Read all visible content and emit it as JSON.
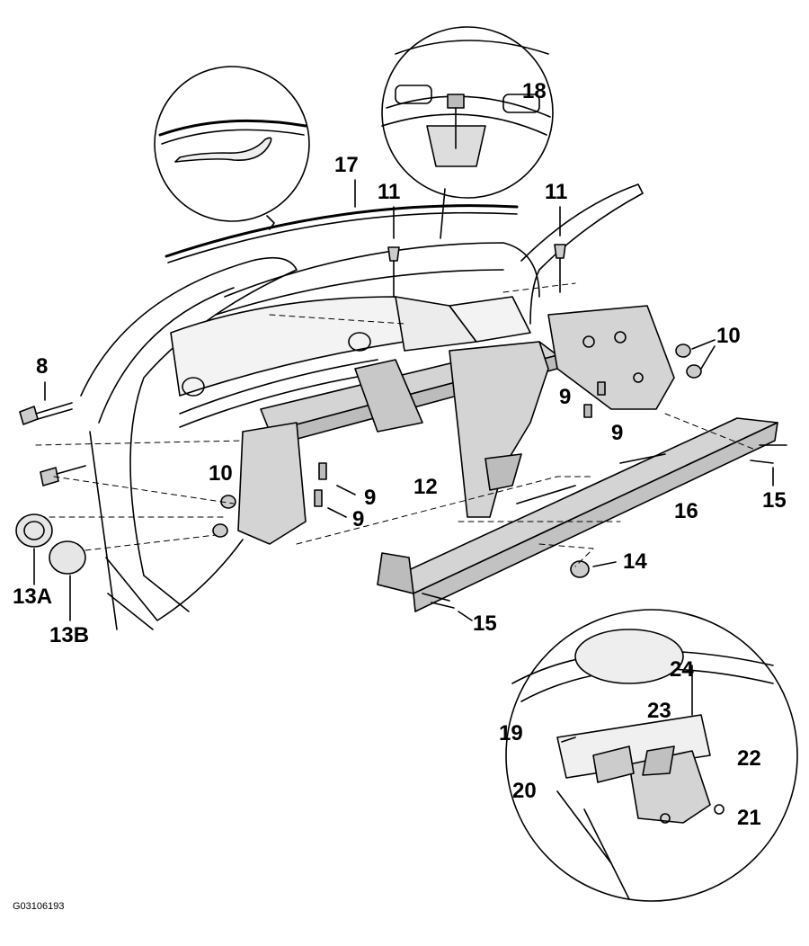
{
  "diagram": {
    "figure_id": "G03106193",
    "callouts": {
      "c8": "8",
      "c9a": "9",
      "c9b": "9",
      "c9c": "9",
      "c9d": "9",
      "c10a": "10",
      "c10b": "10",
      "c11a": "11",
      "c11b": "11",
      "c12": "12",
      "c13a": "13A",
      "c13b": "13B",
      "c14": "14",
      "c15a": "15",
      "c15b": "15",
      "c16": "16",
      "c17": "17",
      "c18": "18",
      "c19": "19",
      "c20": "20",
      "c21": "21",
      "c22": "22",
      "c23": "23",
      "c24": "24"
    },
    "colors": {
      "line": "#000000",
      "part_fill": "#d4d4d4",
      "detail_fill": "#f4f4f4",
      "background": "#ffffff"
    }
  }
}
